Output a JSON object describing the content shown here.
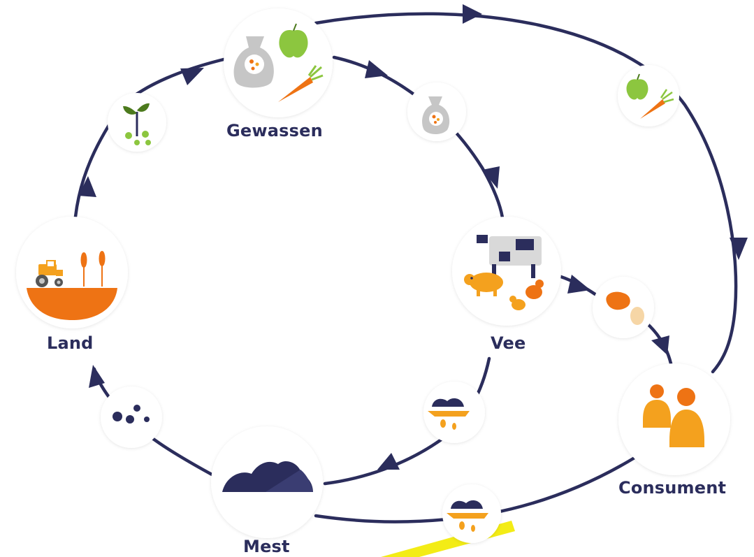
{
  "nodes": {
    "land": "Land",
    "gewassen": "Gewassen",
    "vee": "Vee",
    "mest": "Mest",
    "consument": "Consument"
  },
  "colors": {
    "arrow": "#2b2d5c",
    "orange": "#ee7314",
    "yellow_orange": "#f4a11e",
    "green": "#8cc63f",
    "grey": "#c6c6c6",
    "dark": "#2b2d5c",
    "highlight": "#f3ec16"
  },
  "icons": {
    "land": "farmland-tractor-wheat-icon",
    "gewassen": "crops-sack-apple-carrot-icon",
    "seedling": "seedling-icon",
    "feed": "feed-sack-icon",
    "vee": "livestock-cow-pig-chicken-icon",
    "products": "meat-egg-icon",
    "fruit": "apple-carrot-icon",
    "consument": "people-icon",
    "manure": "manure-pile-icon",
    "slurry": "slurry-drip-icon",
    "pellets": "fertilizer-pellets-icon"
  }
}
